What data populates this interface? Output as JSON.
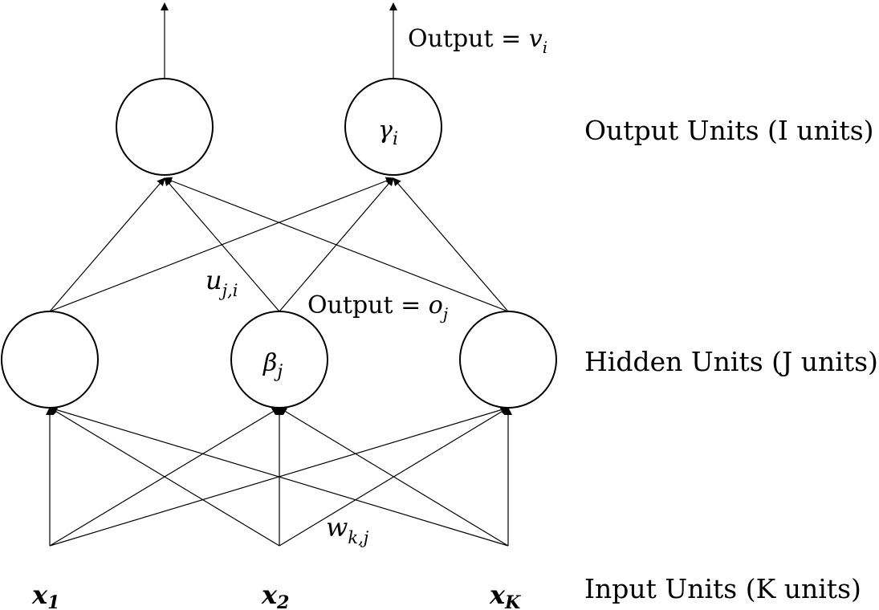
{
  "diagram": {
    "output_layer_label": "Output Units (I units)",
    "hidden_layer_label": "Hidden Units (J units)",
    "input_layer_label": "Input Units (K units)",
    "output_node_symbol": "γ",
    "output_node_subscript": "i",
    "hidden_node_symbol": "β",
    "hidden_node_subscript": "j",
    "output_value_text": "Output = ",
    "output_value_symbol": "v",
    "output_value_subscript": "i",
    "hidden_value_text": "Output = ",
    "hidden_value_symbol": "o",
    "hidden_value_subscript": "j",
    "hidden_to_output_weight_symbol": "u",
    "hidden_to_output_weight_subscript": "j,i",
    "input_to_hidden_weight_symbol": "w",
    "input_to_hidden_weight_subscript": "k,j",
    "inputs": [
      {
        "symbol": "x",
        "subscript": "1"
      },
      {
        "symbol": "x",
        "subscript": "2"
      },
      {
        "symbol": "x",
        "subscript": "K"
      }
    ]
  }
}
